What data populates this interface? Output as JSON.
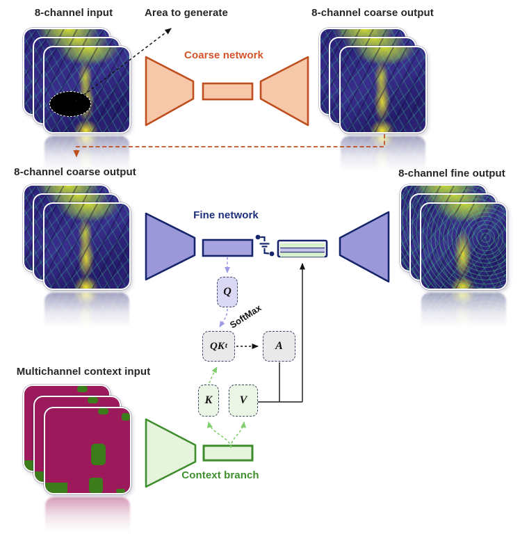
{
  "labels": {
    "input": "8-channel input",
    "area": "Area to generate",
    "coarse_output_top": "8-channel coarse output",
    "coarse_network": "Coarse network",
    "coarse_output_mid": "8-channel coarse output",
    "fine_network": "Fine network",
    "fine_output": "8-channel fine output",
    "context_input": "Multichannel context input",
    "context_branch": "Context branch",
    "softmax": "SoftMax"
  },
  "attention": {
    "q": "Q",
    "qk_base": "QK",
    "qk_sup": "t",
    "a": "A",
    "k": "K",
    "v": "V"
  },
  "colors": {
    "coarse_stroke": "#bf4e1f",
    "coarse_fill": "#f6c8a9",
    "coarse_label": "#d5532b",
    "fine_stroke": "#16256b",
    "fine_fill": "#9b98d9",
    "fine_label": "#1d2f7c",
    "context_stroke": "#3e8e2d",
    "context_fill": "#e7f4dd",
    "context_card": "#9c195c",
    "context_patch": "#3c7c1b",
    "q_fill": "#dbd8f6",
    "attn_fill": "#e9e9e9",
    "kv_fill": "#ecf6e6",
    "stripe_green": "#d9eecb",
    "stripe_lavender": "#c5c2ea",
    "arrow_purple": "#9f9ce4",
    "arrow_green": "#7fcf6c"
  }
}
